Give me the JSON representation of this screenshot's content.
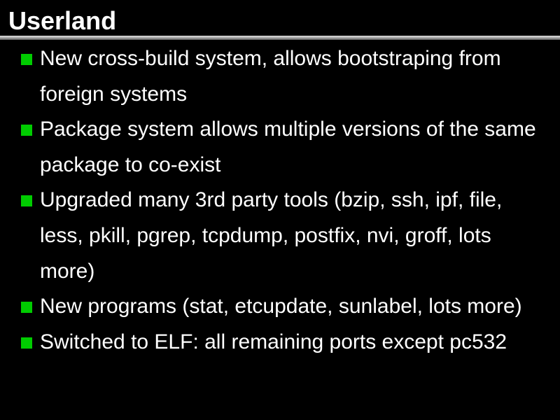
{
  "slide": {
    "title": "Userland",
    "accent_color": "#00cc00",
    "bullets": [
      {
        "text": "New cross-build system, allows bootstraping from foreign systems"
      },
      {
        "text": "Package system allows multiple versions of the same package to co-exist"
      },
      {
        "text": "Upgraded many 3rd party tools (bzip, ssh, ipf, file, less, pkill, pgrep, tcpdump, postfix, nvi, groff, lots more)"
      },
      {
        "text": "New programs (stat, etcupdate, sunlabel, lots more)"
      },
      {
        "text": "Switched to ELF: all remaining ports except pc532"
      }
    ]
  }
}
